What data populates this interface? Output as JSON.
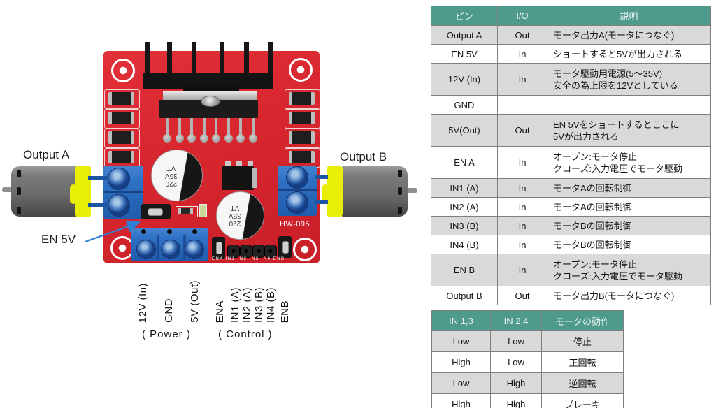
{
  "diagram": {
    "output_a_label": "Output A",
    "output_b_label": "Output B",
    "en5v_label": "EN 5V",
    "board_marking": "HW-095",
    "capacitor_marking": "220\n35V\nVT",
    "silkscreen_pins": "ENA IN1 IN2 IN3 IN4 ENB",
    "pin_labels": [
      "12V (In)",
      "GND",
      "5V (Out)",
      "ENA",
      "IN1 (A)",
      "IN2 (A)",
      "IN3 (B)",
      "IN4 (B)",
      "ENB"
    ],
    "power_group_label": "( Power )",
    "control_group_label": "( Control )"
  },
  "pin_table": {
    "headers": [
      "ピン",
      "I/O",
      "説明"
    ],
    "rows": [
      {
        "pin": "Output A",
        "io": "Out",
        "desc": "モータ出力A(モータにつなぐ)"
      },
      {
        "pin": "EN 5V",
        "io": "In",
        "desc": "ショートすると5Vが出力される"
      },
      {
        "pin": "12V (In)",
        "io": "In",
        "desc": "モータ駆動用電源(5〜35V)\n安全の為上限を12Vとしている"
      },
      {
        "pin": "GND",
        "io": "",
        "desc": ""
      },
      {
        "pin": "5V(Out)",
        "io": "Out",
        "desc": "EN 5Vをショートするとここに\n5Vが出力される"
      },
      {
        "pin": "EN A",
        "io": "In",
        "desc": "オープン:モータ停止\nクローズ:入力電圧でモータ駆動"
      },
      {
        "pin": "IN1 (A)",
        "io": "In",
        "desc": "モータAの回転制御"
      },
      {
        "pin": "IN2 (A)",
        "io": "In",
        "desc": "モータAの回転制御"
      },
      {
        "pin": "IN3 (B)",
        "io": "In",
        "desc": "モータBの回転制御"
      },
      {
        "pin": "IN4 (B)",
        "io": "In",
        "desc": "モータBの回転制御"
      },
      {
        "pin": "EN B",
        "io": "In",
        "desc": "オープン:モータ停止\nクローズ:入力電圧でモータ駆動"
      },
      {
        "pin": "Output B",
        "io": "Out",
        "desc": "モータ出力B(モータにつなぐ)"
      }
    ]
  },
  "truth_table": {
    "headers": [
      "IN 1,3",
      "IN 2,4",
      "モータの動作"
    ],
    "rows": [
      {
        "in13": "Low",
        "in24": "Low",
        "action": "停止"
      },
      {
        "in13": "High",
        "in24": "Low",
        "action": "正回転"
      },
      {
        "in13": "Low",
        "in24": "High",
        "action": "逆回転"
      },
      {
        "in13": "High",
        "in24": "High",
        "action": "ブレーキ"
      }
    ]
  },
  "colors": {
    "board_red": "#d8262e",
    "heatsink_black": "#161616",
    "table_header_bg": "#4e9b8c",
    "row_alt_bg": "#d9d9d9",
    "terminal_blue": "#2e71c4",
    "motor_yellow": "#e8ee06",
    "wire_blue": "#1e55a0",
    "arrow_blue": "#2f80d9"
  }
}
